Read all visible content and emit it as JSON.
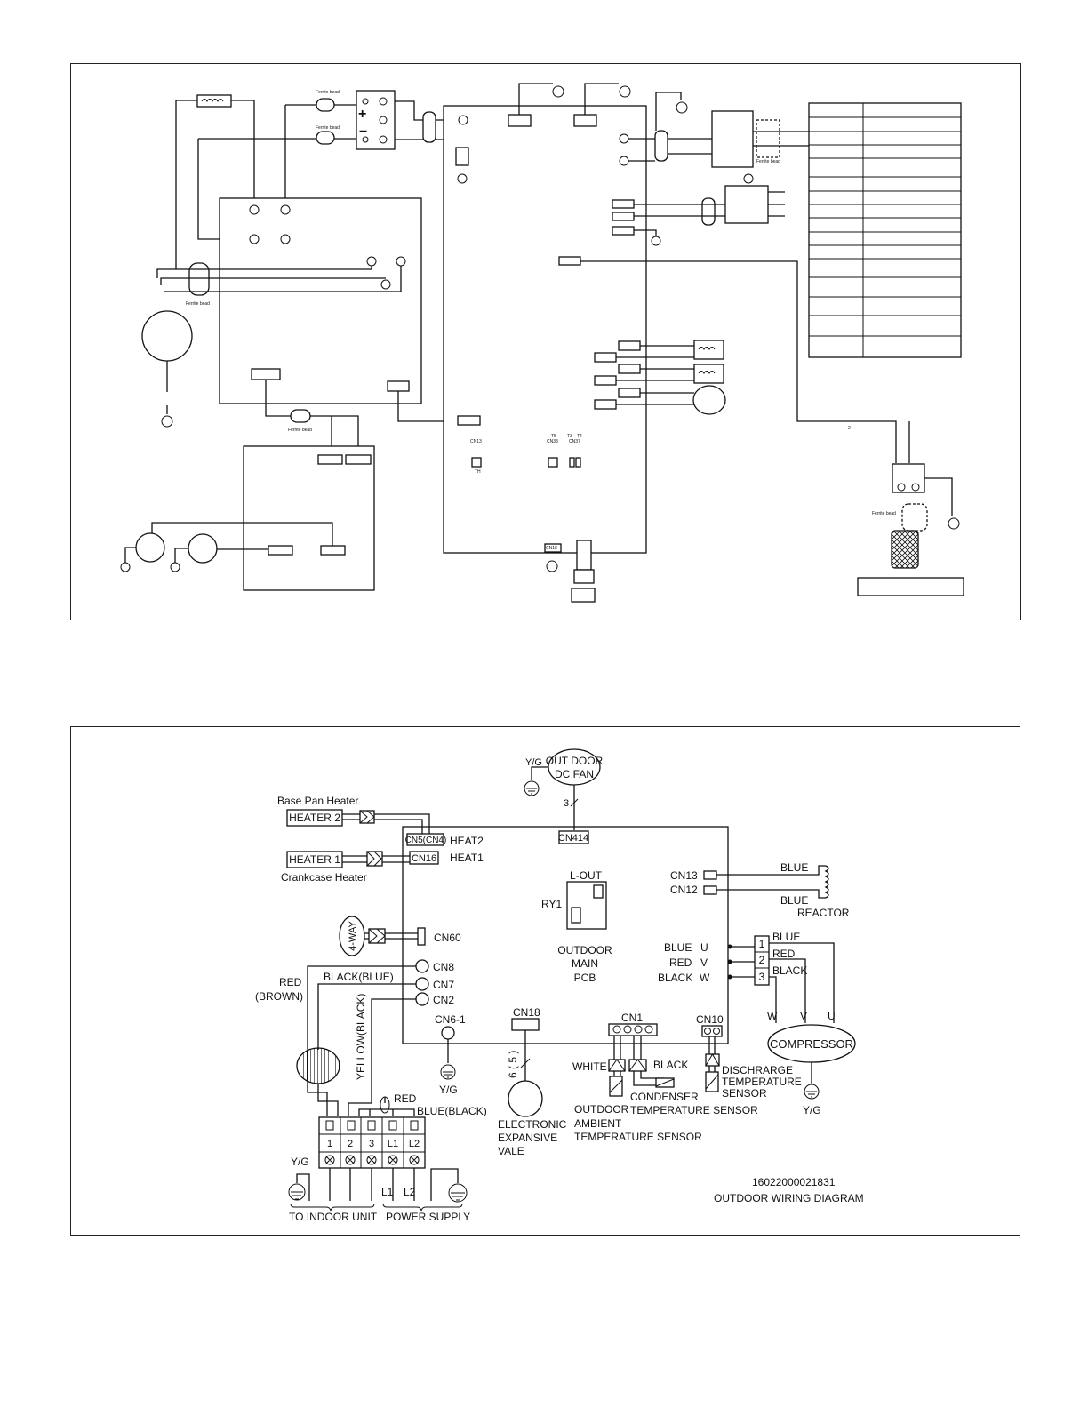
{
  "top_diagram": {
    "small_labels": {
      "ferrite_1": "Ferrite bead",
      "ferrite_2": "Ferrite bead",
      "ferrite_3": "Ferrite bead",
      "ferrite_4": "Ferrite bead",
      "ferrite_5": "Ferrite bead",
      "ferrite_6": "Ferrite bead",
      "cn_a": "CN13",
      "cn_b": "CN38",
      "cn_c": "CN37",
      "cn_d": "CN18",
      "tag_t5": "T5",
      "tag_t3": "T3",
      "tag_t4": "T4",
      "tag_th": "TH",
      "wire_count": "2"
    },
    "table_rows": 14
  },
  "bottom_diagram": {
    "fan": {
      "label_line1": "OUT DOOR",
      "label_line2": "DC FAN",
      "ground": "Y/G",
      "wires": "3",
      "connector": "CN414"
    },
    "heaters": {
      "base_pan_title": "Base Pan Heater",
      "heater2": "HEATER 2",
      "heater2_conn": "CN5(CN4)",
      "heater2_tag": "HEAT2",
      "heater1": "HEATER 1",
      "heater1_conn": "CN16",
      "heater1_tag": "HEAT1",
      "crankcase_title": "Crankcase Heater"
    },
    "reactor": {
      "cn13": "CN13",
      "cn12": "CN12",
      "wire1": "BLUE",
      "wire2": "BLUE",
      "label": "REACTOR"
    },
    "pcb": {
      "lout": "L-OUT",
      "relay": "RY1",
      "line1": "OUTDOOR",
      "line2": "MAIN",
      "line3": "PCB"
    },
    "fourway": {
      "label": "4-WAY",
      "connector": "CN60"
    },
    "terminals_left": {
      "cn8": "CN8",
      "cn7": "CN7",
      "cn2": "CN2",
      "cn61": "CN6-1",
      "red": "RED",
      "brown": "(BROWN)",
      "black_blue": "BLACK(BLUE)",
      "yellow_black": "YELLOW(BLACK)",
      "red2": "RED",
      "blue_black": "BLUE(BLACK)",
      "ground": "Y/G"
    },
    "compressor_outputs": {
      "blue_u": "BLUE",
      "u": "U",
      "red_v": "RED",
      "v": "V",
      "black_w": "BLACK",
      "w": "W",
      "pin1": "1",
      "pin2": "2",
      "pin3": "3",
      "wire_blue": "BLUE",
      "wire_red": "RED",
      "wire_black": "BLACK",
      "motor_w": "W",
      "motor_v": "V",
      "motor_u": "U",
      "label": "COMPRESSOR",
      "ground": "Y/G"
    },
    "eev": {
      "connector": "CN18",
      "wires": "6 ( 5 )",
      "line1": "ELECTRONIC",
      "line2": "EXPANSIVE",
      "line3": "VALE"
    },
    "sensors": {
      "cn1": "CN1",
      "cn10": "CN10",
      "white": "WHITE",
      "black": "BLACK",
      "ambient_line1": "OUTDOOR",
      "ambient_line2": "AMBIENT",
      "ambient_line3": "TEMPERATURE SENSOR",
      "condenser_line1": "CONDENSER",
      "condenser_line2": "TEMPERATURE SENSOR",
      "discharge_line1": "DISCHRARGE",
      "discharge_line2": "TEMPERATURE",
      "discharge_line3": "SENSOR"
    },
    "terminal_block": {
      "t1": "1",
      "t2": "2",
      "t3": "3",
      "tl1": "L1",
      "tl2": "L2",
      "ground": "Y/G",
      "bottom_l1": "L1",
      "bottom_l2": "L2",
      "to_indoor": "TO INDOOR UNIT",
      "power_supply": "POWER SUPPLY"
    },
    "footer": {
      "part_number": "16022000021831",
      "title": "OUTDOOR  WIRING  DIAGRAM"
    }
  }
}
